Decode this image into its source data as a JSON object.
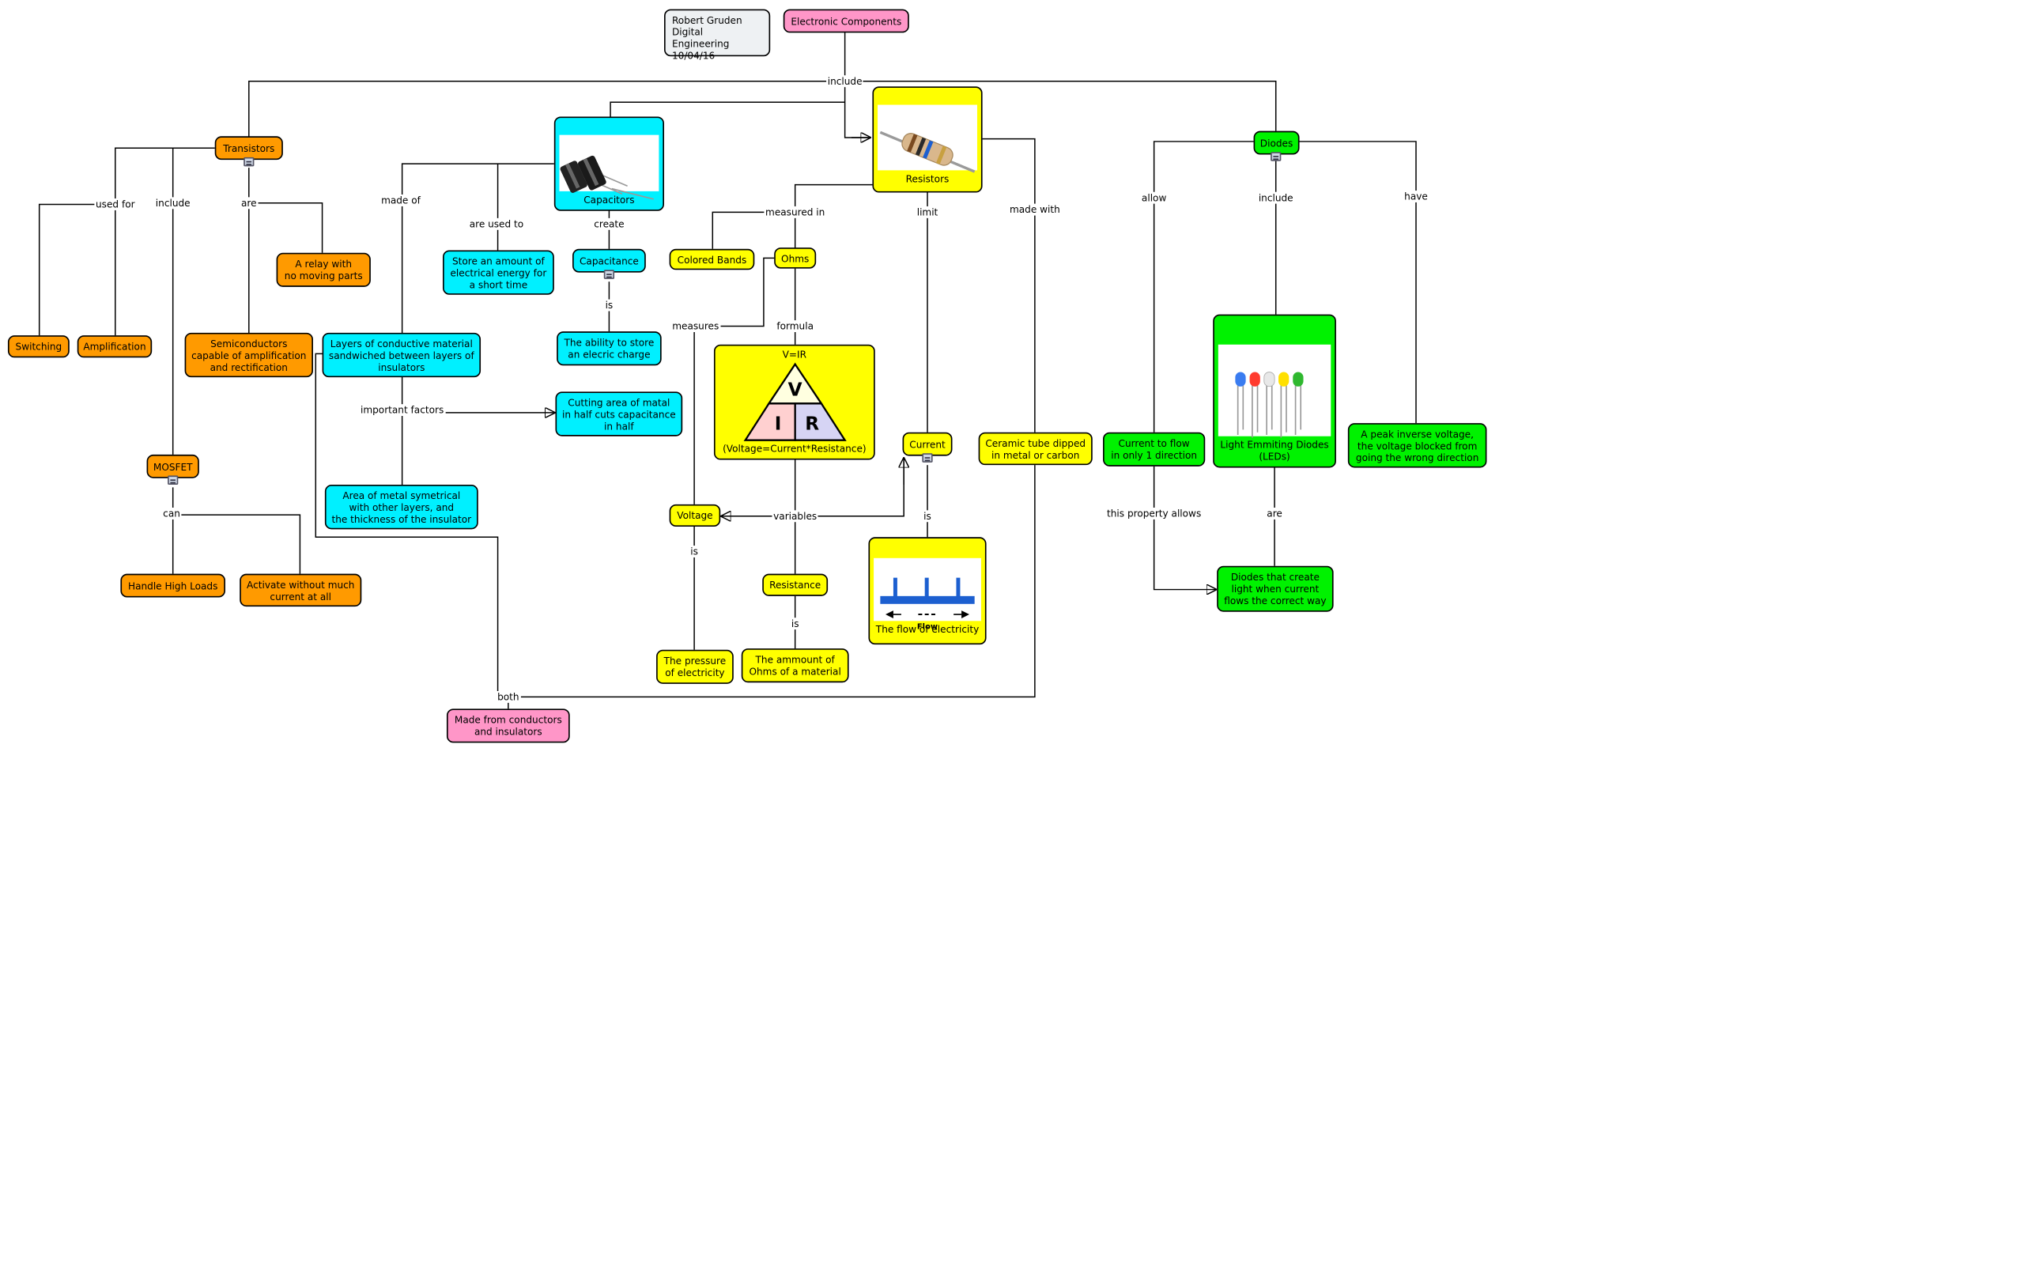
{
  "author_note": {
    "line1": "Robert Gruden",
    "line2": "Digital Engineering",
    "line3": "10/04/16"
  },
  "nodes": {
    "electronic_components": "Electronic Components",
    "transistors": "Transistors",
    "capacitors": "Capacitors",
    "resistors": "Resistors",
    "diodes": "Diodes",
    "switching": "Switching",
    "amplification": "Amplification",
    "relay": "A relay with\nno moving parts",
    "semiconductors": "Semiconductors\ncapable of amplification\nand rectification",
    "mosfet": "MOSFET",
    "handle_high_loads": "Handle High Loads",
    "activate_without_current": "Activate without much\ncurrent at all",
    "layers": "Layers of conductive material\nsandwiched between layers of\ninsulators",
    "store_energy": "Store an amount of\nelectrical energy for\na short time",
    "capacitance": "Capacitance",
    "ability_store_charge": "The ability to store\nan elecric charge",
    "cutting_area": "Cutting area of matal\nin half cuts capacitance\nin half",
    "area_of_metal": "Area of metal symetrical\nwith other layers, and\nthe thickness of the insulator",
    "colored_bands": "Colored Bands",
    "ohms": "Ohms",
    "vir_title": "V=IR",
    "vir_caption": "(Voltage=Current*Resistance)",
    "voltage": "Voltage",
    "resistance": "Resistance",
    "current": "Current",
    "pressure": "The pressure\nof electricity",
    "ammount_ohms": "The ammount of\nOhms of a material",
    "flow_of_electricity": "The flow of electricity",
    "ceramic_tube": "Ceramic tube dipped\nin metal or carbon",
    "made_from": "Made from conductors\nand insulators",
    "current_one_direction": "Current to flow\nin only 1 direction",
    "leds": "Light Emmiting Diodes\n(LEDs)",
    "peak_inverse": "A peak inverse voltage,\nthe voltage blocked from\ngoing the wrong direction",
    "diodes_light": "Diodes that create\nlight when current\nflows the correct way"
  },
  "triangle_letters": {
    "v": "V",
    "i": "I",
    "r": "R"
  },
  "flow_image_label": "Flow",
  "link_labels": {
    "include_top": "include",
    "used_for": "used for",
    "include_transistors": "include",
    "are_transistors": "are",
    "made_of": "made of",
    "are_used_to": "are used to",
    "create": "create",
    "is_capacitance": "is",
    "important_factors": "important factors",
    "can": "can",
    "measured_in": "measured in",
    "measures": "measures",
    "formula": "formula",
    "variables": "variables",
    "is_voltage": "is",
    "is_resistance": "is",
    "limit": "limit",
    "is_current": "is",
    "made_with": "made with",
    "both": "both",
    "allow": "allow",
    "include_diodes": "include",
    "have": "have",
    "this_property_allows": "this property allows",
    "are_leds": "are"
  },
  "colors": {
    "orange": "#ff9a00",
    "cyan": "#00f0ff",
    "yellow": "#ffff00",
    "green": "#00f200",
    "pink": "#ff96c8",
    "note": "#eef1f3",
    "triangle_v": "#ffffe0",
    "triangle_i": "#ffd0d0",
    "triangle_r": "#d6d4f4"
  }
}
